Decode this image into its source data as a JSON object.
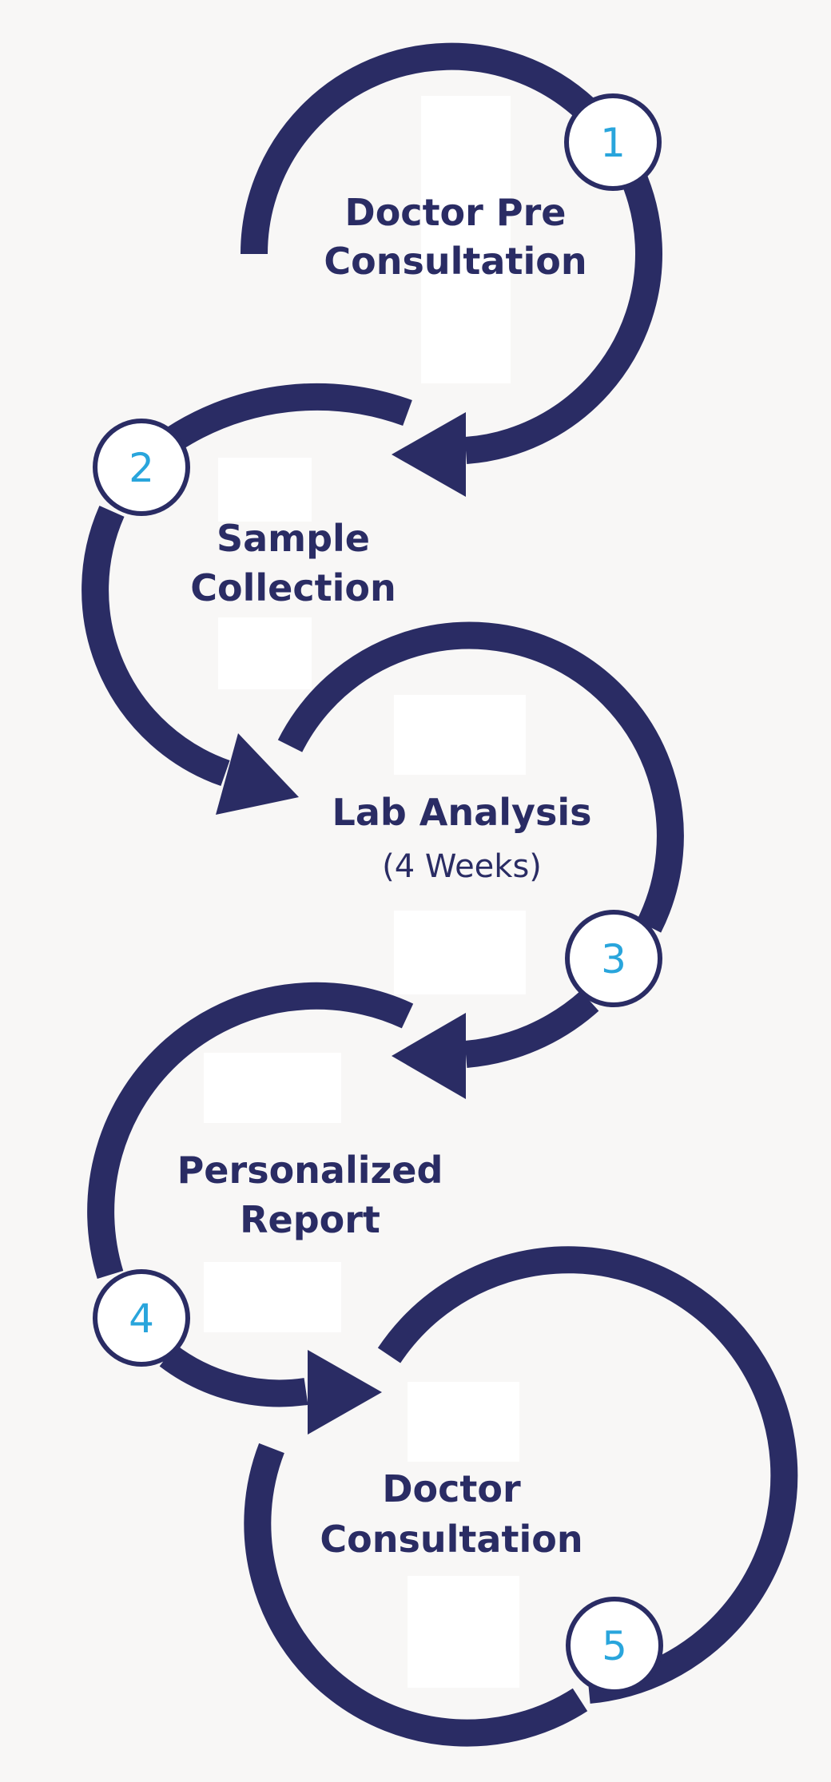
{
  "colors": {
    "background": "#f8f7f6",
    "arrow": "#2a2c64",
    "label": "#2a2c64",
    "badge_number": "#29a5dc",
    "badge_fill": "#ffffff",
    "panel": "#ffffff"
  },
  "steps": [
    {
      "number": "1",
      "label_line1": "Doctor Pre",
      "label_line2": "Consultation",
      "sub": ""
    },
    {
      "number": "2",
      "label_line1": "Sample",
      "label_line2": "Collection",
      "sub": ""
    },
    {
      "number": "3",
      "label_line1": "Lab Analysis",
      "label_line2": "",
      "sub": "(4 Weeks)"
    },
    {
      "number": "4",
      "label_line1": "Personalized",
      "label_line2": "Report",
      "sub": ""
    },
    {
      "number": "5",
      "label_line1": "Doctor",
      "label_line2": "Consultation",
      "sub": ""
    }
  ]
}
